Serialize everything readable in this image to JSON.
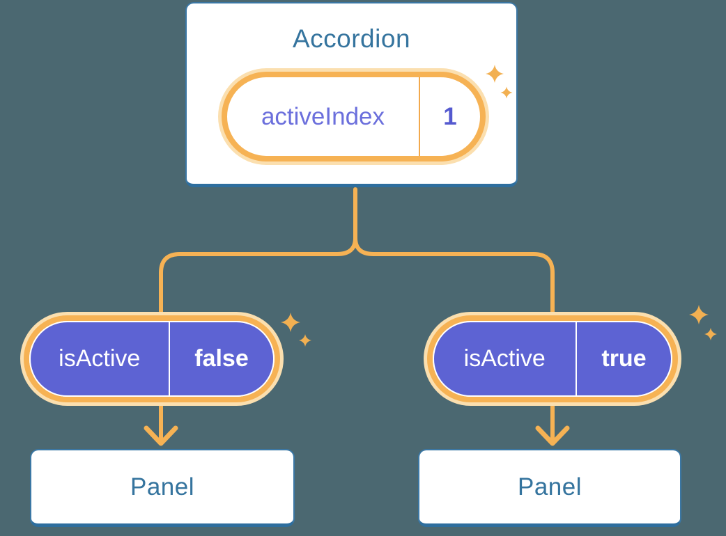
{
  "diagram": {
    "type": "component-state-tree",
    "accordion": {
      "title": "Accordion",
      "state": {
        "label": "activeIndex",
        "value": "1"
      }
    },
    "children": [
      {
        "state": {
          "label": "isActive",
          "value": "false"
        },
        "panel": {
          "title": "Panel"
        }
      },
      {
        "state": {
          "label": "isActive",
          "value": "true"
        },
        "panel": {
          "title": "Panel"
        }
      }
    ]
  },
  "colors": {
    "background": "#4B6871",
    "card_fill": "#FFFFFF",
    "card_border": "#3B77A4",
    "card_border_bottom": "#2E6E9E",
    "heading_text": "#35749E",
    "state_pill_purple": "#5D63D3",
    "state_label_purple": "#6B6FDC",
    "state_value_purple": "#5459CF",
    "connector_orange": "#F6B254",
    "pill_halo_orange": "#FBDFAF",
    "sparkle_orange": "#F2B052"
  }
}
